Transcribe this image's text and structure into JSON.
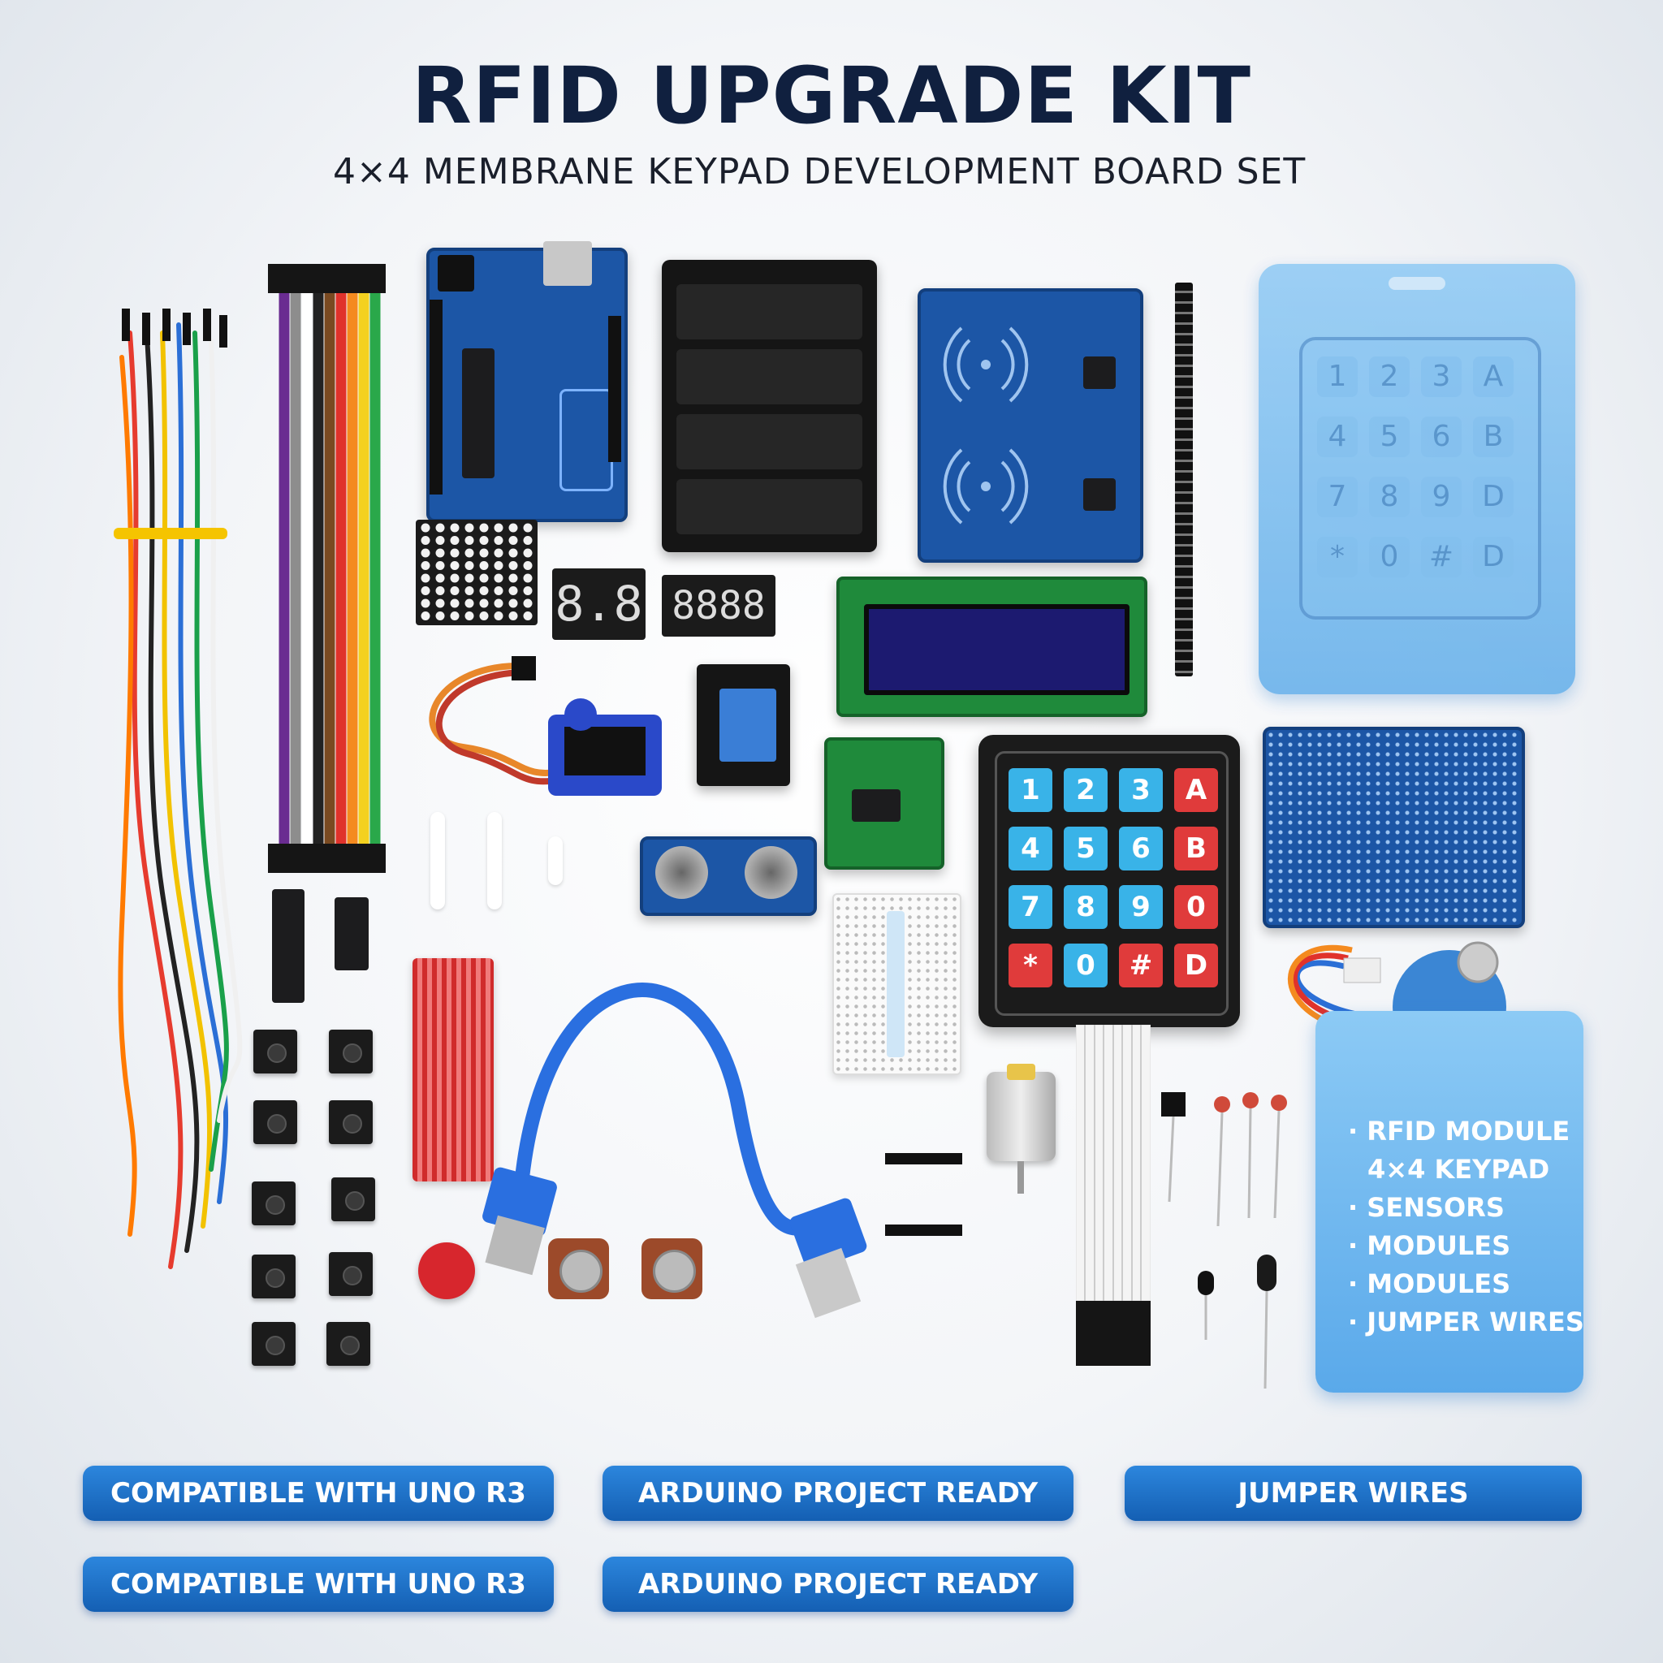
{
  "header": {
    "title": "RFID UPGRADE KIT",
    "subtitle": "4×4 MEMBRANE KEYPAD DEVELOPMENT BOARD SET"
  },
  "keypad_keys": [
    "1",
    "2",
    "3",
    "A",
    "4",
    "5",
    "6",
    "B",
    "7",
    "8",
    "9",
    "0",
    "*",
    "0",
    "#",
    "D"
  ],
  "ghost_keypad_keys": [
    "1",
    "2",
    "3",
    "A",
    "4",
    "5",
    "6",
    "B",
    "7",
    "8",
    "9",
    "D",
    "*",
    "0",
    "#",
    "D"
  ],
  "feature_card": {
    "items": [
      "· RFID MODULE",
      "4×4 KEYPAD",
      "· SENSORS",
      "· MODULES",
      "· MODULES",
      "· JUMPER WIRES"
    ]
  },
  "badges": [
    "COMPATIBLE WITH UNO R3",
    "ARDUINO PROJECT READY",
    "JUMPER WIRES",
    "COMPATIBLE WITH UNO R3",
    "ARDUINO PROJECT READY"
  ],
  "colors": {
    "title": "#10203f",
    "badge": "#1e6fc6",
    "pcb_blue": "#1c56a6",
    "key_blue": "#39b3e8",
    "key_red": "#e03b3b"
  }
}
